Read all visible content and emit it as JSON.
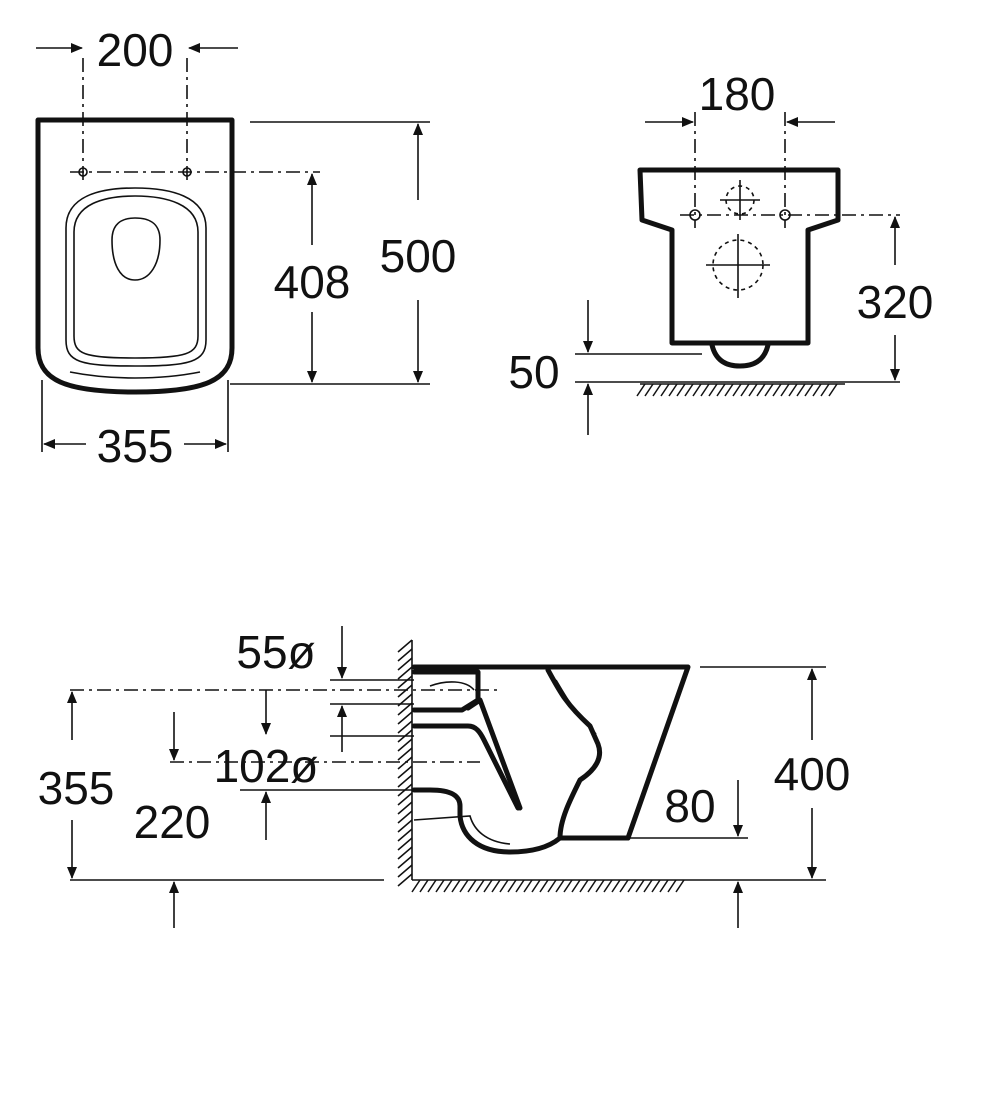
{
  "top_view": {
    "bolt_spacing": "200",
    "fixing_height": "408",
    "total_length": "500",
    "width": "355"
  },
  "front_view": {
    "bolt_spacing": "180",
    "fixing_height": "320",
    "floor_gap": "50"
  },
  "side_view": {
    "inlet_diameter": "55ø",
    "outlet_diameter": "102ø",
    "outlet_height": "355",
    "inlet_height": "220",
    "rim_height": "400",
    "rim_depth": "80"
  }
}
